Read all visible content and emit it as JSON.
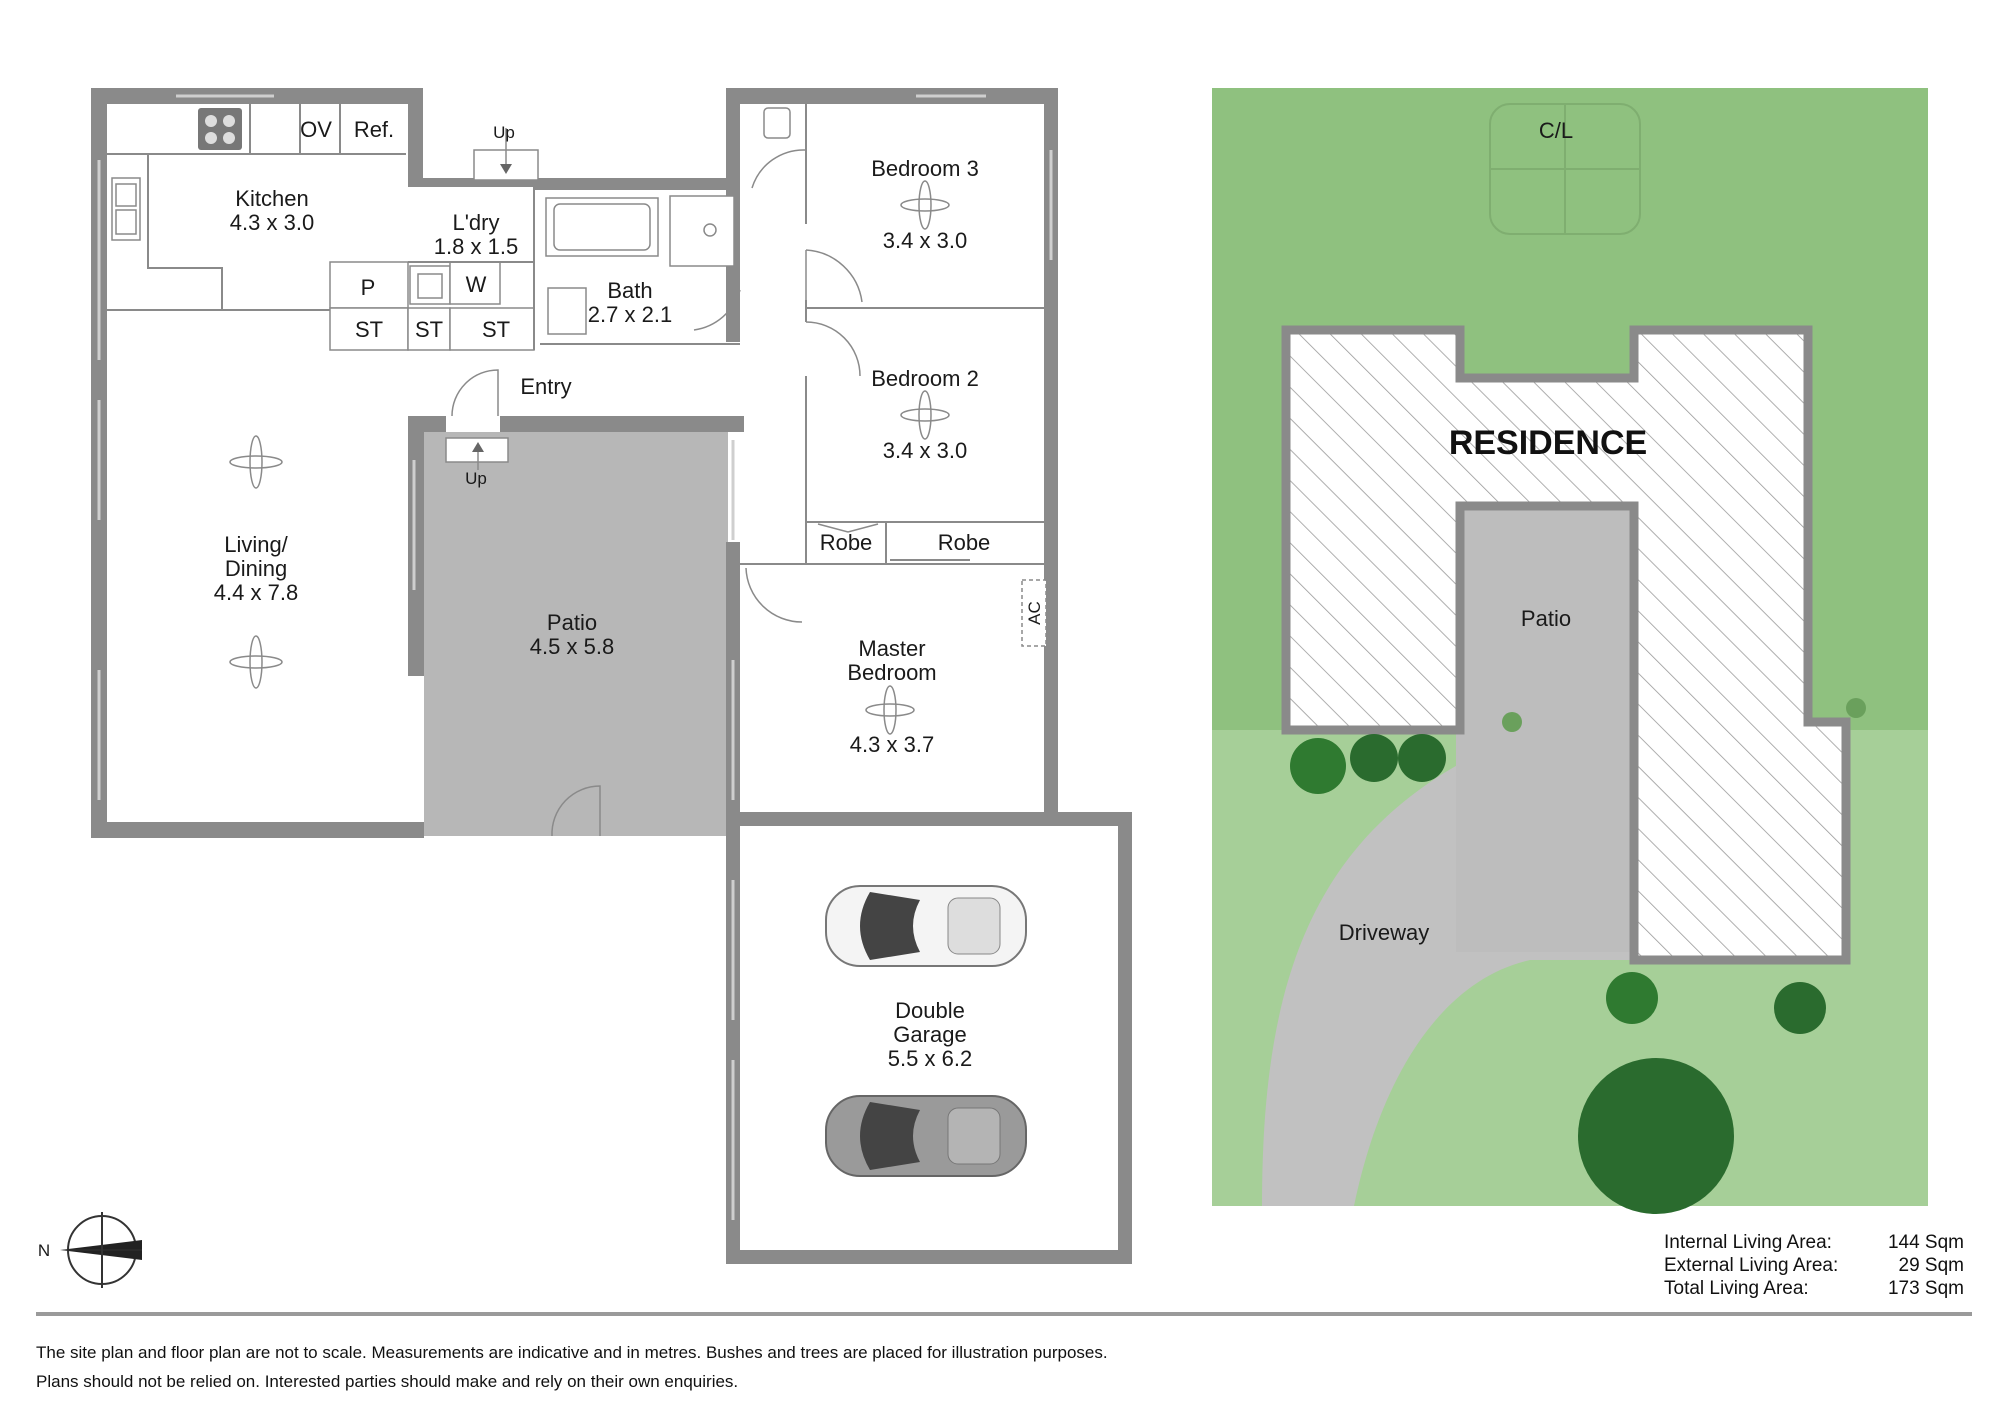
{
  "rooms": {
    "kitchen": {
      "name": "Kitchen",
      "size": "4.3 x 3.0"
    },
    "oven": "OV",
    "fridge": "Ref.",
    "laundry": {
      "name": "L'dry",
      "size": "1.8 x 1.5"
    },
    "pantry": "P",
    "washer": "W",
    "storage": [
      "ST",
      "ST",
      "ST"
    ],
    "bath": {
      "name": "Bath",
      "size": "2.7 x 2.1"
    },
    "bedroom3": {
      "name": "Bedroom 3",
      "size": "3.4 x 3.0"
    },
    "bedroom2": {
      "name": "Bedroom 2",
      "size": "3.4 x 3.0"
    },
    "entry": "Entry",
    "up_top": "Up",
    "up_bottom": "Up",
    "living": {
      "name_line1": "Living/",
      "name_line2": "Dining",
      "size": "4.4 x 7.8"
    },
    "patio": {
      "name": "Patio",
      "size": "4.5 x 5.8"
    },
    "robe_left": "Robe",
    "robe_right": "Robe",
    "aircon": "AC",
    "master": {
      "name_line1": "Master",
      "name_line2": "Bedroom",
      "size": "4.3 x 3.7"
    },
    "garage": {
      "name_line1": "Double",
      "name_line2": "Garage",
      "size": "5.5 x 6.2"
    }
  },
  "site": {
    "clothesline": "C/L",
    "residence": "RESIDENCE",
    "patio": "Patio",
    "driveway": "Driveway"
  },
  "compass": {
    "north": "N"
  },
  "areas": [
    {
      "label": "Internal Living Area:",
      "value": "144 Sqm"
    },
    {
      "label": "External Living Area:",
      "value": "29 Sqm"
    },
    {
      "label": "Total Living Area:",
      "value": "173 Sqm"
    }
  ],
  "disclaimer": {
    "line1": "The site plan and floor plan are not to scale. Measurements are indicative and in metres. Bushes and trees are placed for illustration purposes.",
    "line2": "Plans should not be relied on. Interested parties should make and rely on their own enquiries."
  },
  "colors": {
    "wall": "#8a8a8a",
    "patio_fill": "#b7b7b7",
    "lawn": "#8fc17f",
    "lawn_light": "#a6cf98",
    "driveway": "#c1c1c1",
    "tree": "#2a6b2e"
  }
}
